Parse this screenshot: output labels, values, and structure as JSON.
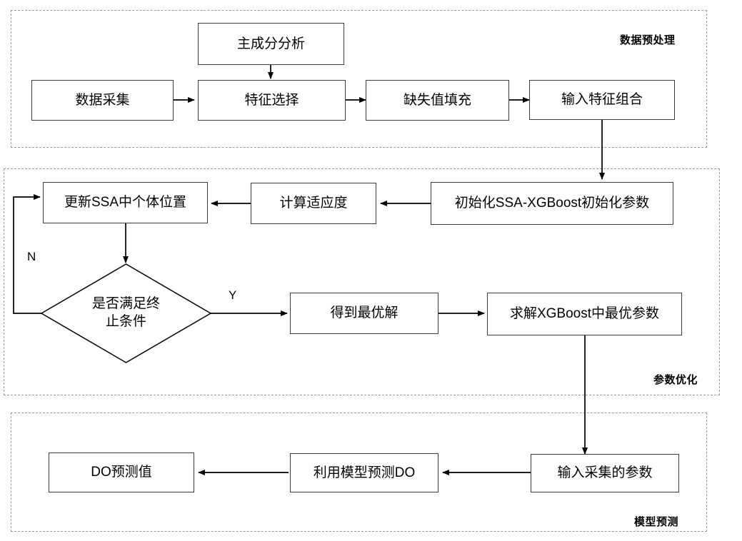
{
  "diagram": {
    "title": "SSA-XGBoost DO prediction flowchart",
    "stroke_color": "#3c3c3c",
    "dash_color": "#9a9a9a",
    "background": "#ffffff"
  },
  "groups": [
    {
      "id": "preprocessing",
      "label": "数据预处理"
    },
    {
      "id": "optimization",
      "label": "参数优化"
    },
    {
      "id": "prediction",
      "label": "模型预测"
    }
  ],
  "nodes": {
    "pca": "主成分分析",
    "data_collection": "数据采集",
    "feature_selection": "特征选择",
    "missing_fill": "缺失值填充",
    "input_feature_combo": "输入特征组合",
    "init_params": "初始化SSA-XGBoost初始化参数",
    "calc_fitness": "计算适应度",
    "update_ssa": "更新SSA中个体位置",
    "terminate_cond": "是否满足终\n止条件",
    "best_solution": "得到最优解",
    "solve_best_params": "求解XGBoost中最优参数",
    "input_collected_params": "输入采集的参数",
    "predict_do": "利用模型预测DO",
    "do_prediction": "DO预测值"
  },
  "edge_labels": {
    "no_branch": "N",
    "yes_branch": "Y"
  }
}
